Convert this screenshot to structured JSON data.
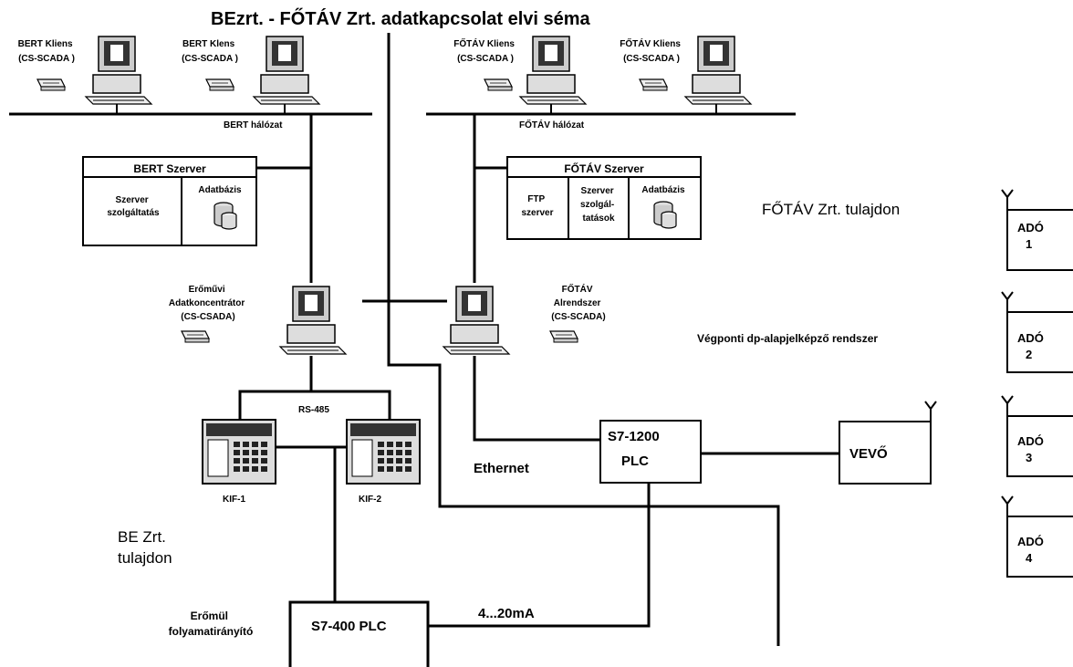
{
  "title": "BEzrt. - FŐTÁV Zrt. adatkapcsolat elvi séma",
  "bert": {
    "client1": [
      "BERT Kliens",
      "(CS-SCADA )"
    ],
    "client2": [
      "BERT Klens",
      "(CS-SCADA )"
    ],
    "network": "BERT hálózat",
    "server_title": "BERT Szerver",
    "server_service": [
      "Szerver",
      "szolgáltatás"
    ],
    "database": "Adatbázis"
  },
  "fotav": {
    "client1": [
      "FŐTÁV Kliens",
      "(CS-SCADA )"
    ],
    "client2": [
      "FŐTÁV Kliens",
      "(CS-SCADA )"
    ],
    "network": "FŐTÁV hálózat",
    "server_title": "FŐTÁV Szerver",
    "ftp": [
      "FTP",
      "szerver"
    ],
    "services": [
      "Szerver",
      "szolgál-",
      "tatások"
    ],
    "database": "Adatbázis",
    "subsystem": [
      "FŐTÁV",
      "Alrendszer",
      "(CS-SCADA)"
    ]
  },
  "concentrator": [
    "Erőművi",
    "Adatkoncentrátor",
    "(CS-CSADA)"
  ],
  "rs485": "RS-485",
  "kif1": "KIF-1",
  "kif2": "KIF-2",
  "ownership_be": [
    "BE Zrt.",
    "tulajdon"
  ],
  "ownership_fotav": "FŐTÁV Zrt. tulajdon",
  "endpoint_system": "Végponti dp-alapjelképző rendszer",
  "ethernet": "Ethernet",
  "plc1200": [
    "S7-1200",
    "PLC"
  ],
  "vevo": "VEVŐ",
  "plc400": "S7-400 PLC",
  "process_controller": [
    "Erőmül",
    "folyamatirányító"
  ],
  "signal": "4...20mA",
  "ado": [
    {
      "label": "ADÓ",
      "num": "1"
    },
    {
      "label": "ADÓ",
      "num": "2"
    },
    {
      "label": "ADÓ",
      "num": "3"
    },
    {
      "label": "ADÓ",
      "num": "4"
    }
  ]
}
